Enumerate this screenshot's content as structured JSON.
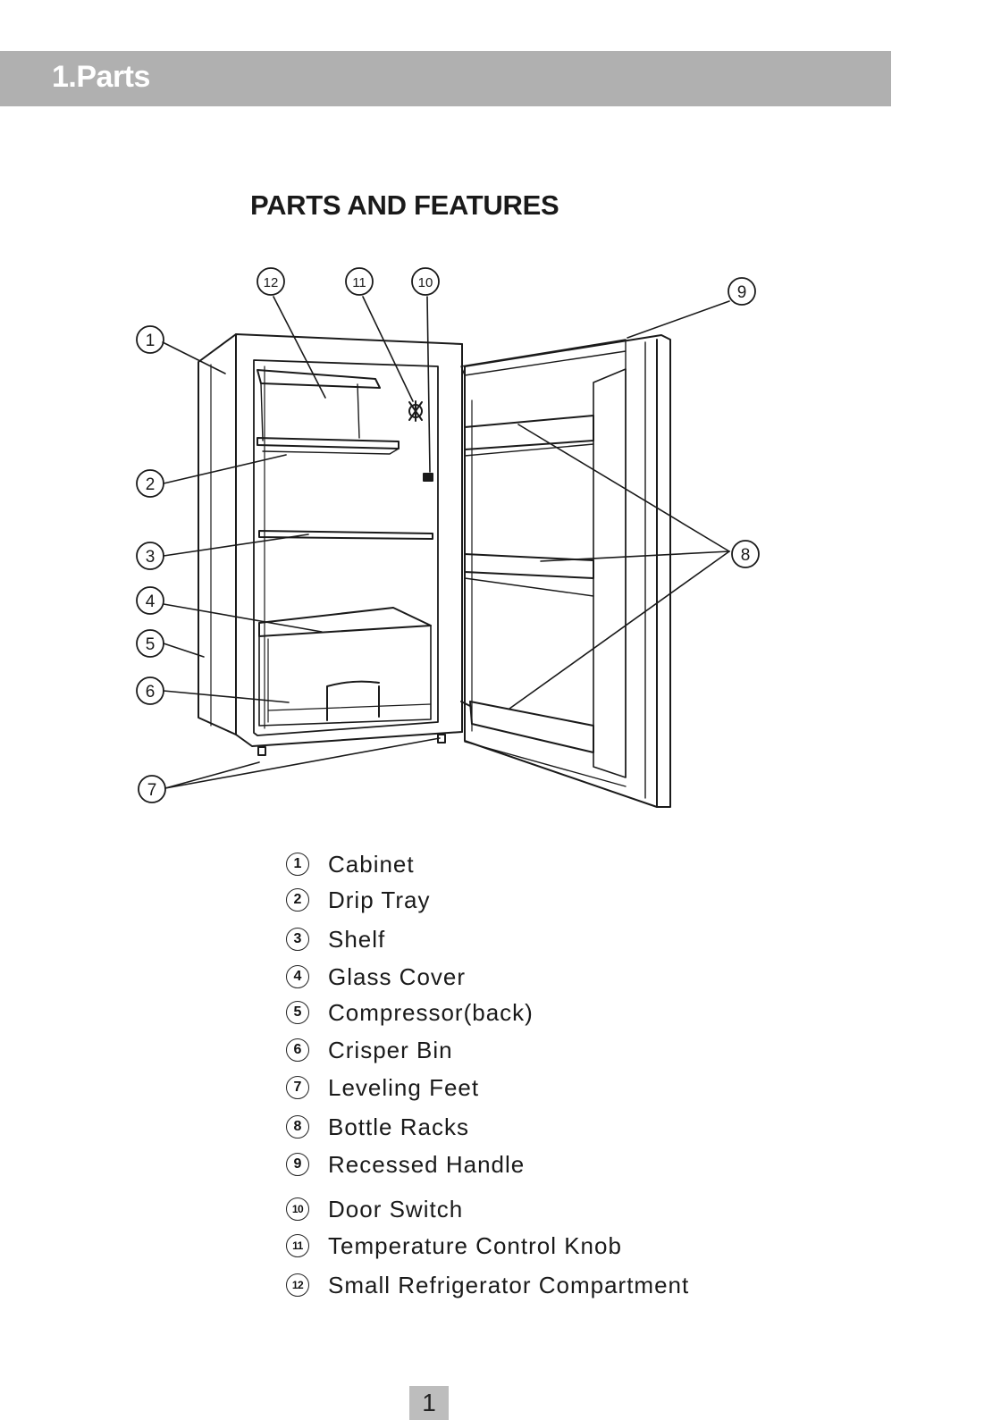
{
  "header": {
    "title": "1.Parts"
  },
  "section_heading": "PARTS AND FEATURES",
  "callouts": [
    "1",
    "2",
    "3",
    "4",
    "5",
    "6",
    "7",
    "8",
    "9",
    "10",
    "11",
    "12"
  ],
  "legend": [
    {
      "num": "1",
      "label": "Cabinet"
    },
    {
      "num": "2",
      "label": "Drip Tray"
    },
    {
      "num": "3",
      "label": "Shelf"
    },
    {
      "num": "4",
      "label": "Glass Cover"
    },
    {
      "num": "5",
      "label": "Compressor(back)"
    },
    {
      "num": "6",
      "label": "Crisper Bin"
    },
    {
      "num": "7",
      "label": "Leveling Feet"
    },
    {
      "num": "8",
      "label": "Bottle Racks"
    },
    {
      "num": "9",
      "label": "Recessed Handle"
    },
    {
      "num": "10",
      "label": "Door Switch"
    },
    {
      "num": "11",
      "label": "Temperature Control Knob"
    },
    {
      "num": "12",
      "label": "Small Refrigerator Compartment"
    }
  ],
  "page_number": "1"
}
